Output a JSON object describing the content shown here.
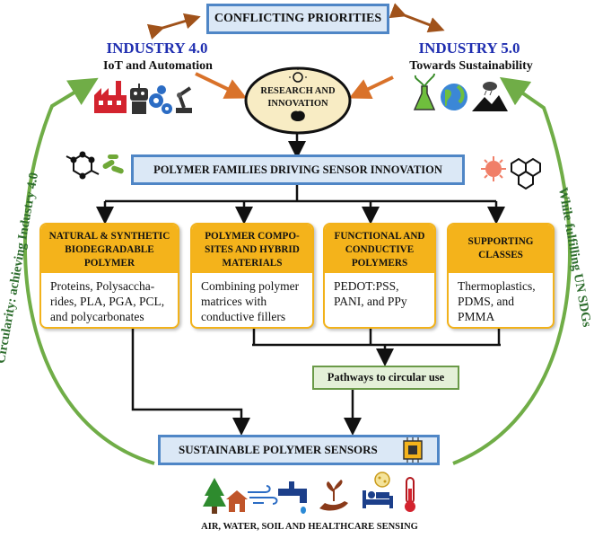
{
  "header": {
    "title": "CONFLICTING PRIORITIES"
  },
  "industry4": {
    "title": "INDUSTRY 4.0",
    "subtitle": "IoT  and Automation"
  },
  "industry5": {
    "title": "INDUSTRY 5.0",
    "subtitle": "Towards Sustainability"
  },
  "research": {
    "line1": "RESEARCH AND",
    "line2": "INNOVATION"
  },
  "families": {
    "title": "POLYMER FAMILIES DRIVING SENSOR INNOVATION"
  },
  "cards": [
    {
      "head1": "NATURAL & SYNTHETIC",
      "head2": "BIODEGRADABLE",
      "head3": "POLYMER",
      "body": [
        "Proteins, Polysaccha-",
        "rides, PLA, PGA, PCL,",
        "and polycarbonates"
      ]
    },
    {
      "head1": "POLYMER COMPO-",
      "head2": "SITES AND HYBRID",
      "head3": "MATERIALS",
      "body": [
        "Combining polymer",
        "matrices with",
        "conductive fillers"
      ]
    },
    {
      "head1": "FUNCTIONAL AND",
      "head2": "CONDUCTIVE",
      "head3": "POLYMERS",
      "body": [
        "PEDOT:PSS,",
        "PANI, and PPy"
      ]
    },
    {
      "head1": "SUPPORTING",
      "head2": "CLASSES",
      "head3": "",
      "body": [
        "Thermoplastics,",
        "PDMS, and",
        "PMMA"
      ]
    }
  ],
  "pathways": {
    "label": "Pathways to circular use"
  },
  "sensors": {
    "title": "SUSTAINABLE POLYMER SENSORS"
  },
  "footer": {
    "label": "AIR, WATER, SOIL AND HEALTHCARE SENSING"
  },
  "left_arc": {
    "label": "Circularity: achieving Industry 4.0"
  },
  "right_arc": {
    "label": "While fulfilling UN SDGs"
  },
  "colors": {
    "blue_border": "#4f86c6",
    "blue_fill": "#dbe8f6",
    "orange": "#f4b31b",
    "green": "#70ad47",
    "brown": "#a0521a",
    "navy": "#1f2eb0",
    "ellipse_fill": "#f8ecc4",
    "green_fill": "#e4f0d8"
  },
  "icons": [
    "factory-icon",
    "robot-icon",
    "gears-icon",
    "robot-arm-icon",
    "lightbulb-icon",
    "brain-icon",
    "plant-flask-icon",
    "globe-icon",
    "landscape-icon",
    "molecule-icon",
    "bacteria-icon",
    "virus-icon",
    "hexagon-molecule-icon",
    "chip-icon",
    "tree-icon",
    "house-icon",
    "wind-icon",
    "faucet-icon",
    "hand-plant-icon",
    "hospital-bed-icon",
    "thermometer-icon",
    "pollen-icon"
  ]
}
